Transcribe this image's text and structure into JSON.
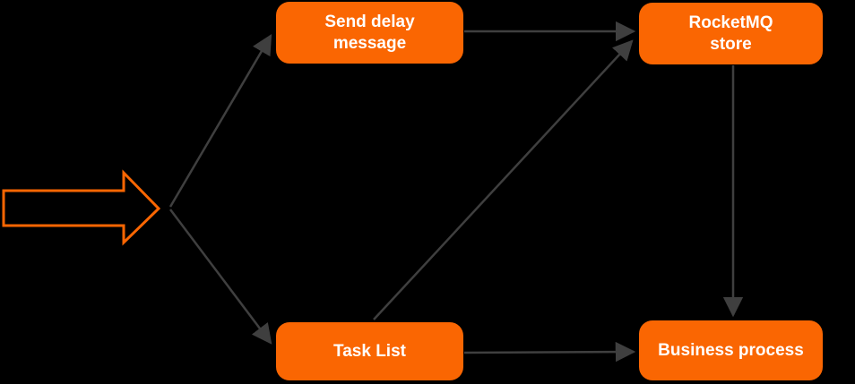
{
  "diagram": {
    "background_color": "#000000",
    "colors": {
      "node_fill": "#FA6602",
      "node_text": "#FFFFFF",
      "connector": "#3F3F3F",
      "entry_arrow_outline": "#FA6602"
    },
    "nodes": {
      "send_delay_message": {
        "lines": [
          "Send delay",
          "message"
        ]
      },
      "rocketmq_store": {
        "lines": [
          "RocketMQ",
          "store"
        ]
      },
      "task_list": {
        "lines": [
          "Task List"
        ]
      },
      "business_process": {
        "lines": [
          "Business process"
        ]
      }
    },
    "edges": [
      {
        "from": "entry-arrow",
        "to": "send-delay-message"
      },
      {
        "from": "entry-arrow",
        "to": "task-list"
      },
      {
        "from": "send-delay-message",
        "to": "rocketmq-store"
      },
      {
        "from": "task-list",
        "to": "rocketmq-store"
      },
      {
        "from": "rocketmq-store",
        "to": "business-process"
      },
      {
        "from": "task-list",
        "to": "business-process"
      }
    ]
  }
}
